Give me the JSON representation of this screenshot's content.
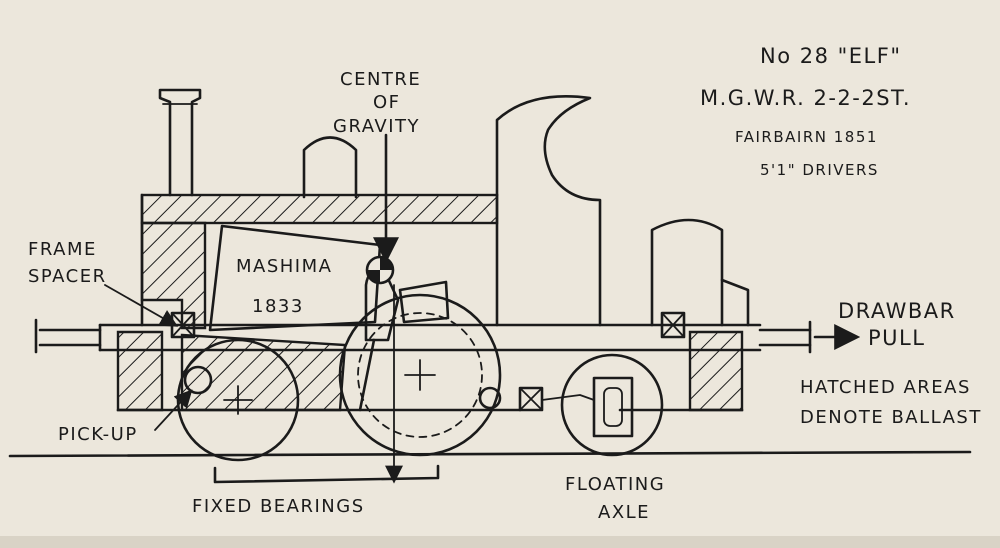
{
  "title": {
    "line1": "No 28 \"ELF\"",
    "line2": "M.G.W.R. 2-2-2ST.",
    "line3": "FAIRBAIRN 1851",
    "line4": "5'1\" DRIVERS"
  },
  "labels": {
    "centre_of_gravity": [
      "CENTRE",
      "OF",
      "GRAVITY"
    ],
    "frame_spacer": [
      "FRAME",
      "SPACER"
    ],
    "motor_name": "MASHIMA",
    "motor_model": "1833",
    "drawbar_pull": [
      "DRAWBAR",
      "PULL"
    ],
    "ballast_note": [
      "HATCHED AREAS",
      "DENOTE BALLAST"
    ],
    "pick_up": "PICK-UP",
    "fixed_bearings": "FIXED BEARINGS",
    "floating_axle": [
      "FLOATING",
      "AXLE"
    ]
  },
  "colors": {
    "ink": "#1b1b1b",
    "paper": "#ece7dc",
    "background": "#d9d3c6"
  }
}
